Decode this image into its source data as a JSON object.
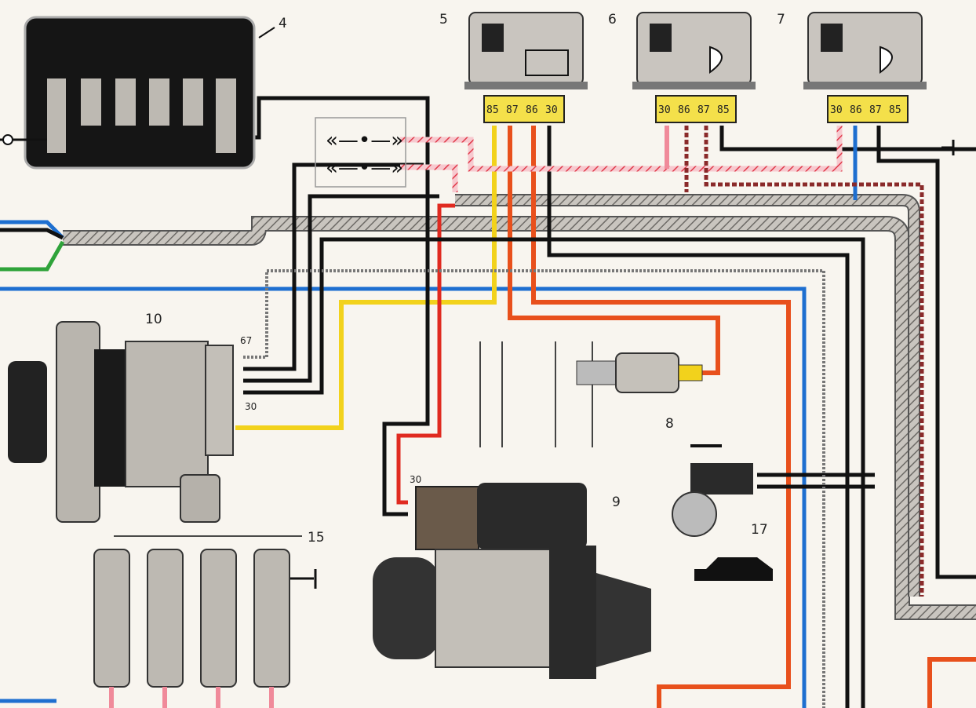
{
  "title": "Wiring diagram fragment",
  "components": {
    "fuse_box": {
      "number": "4"
    },
    "relay_5": {
      "number": "5",
      "pins": [
        "85",
        "87",
        "86",
        "30"
      ]
    },
    "relay_6": {
      "number": "6",
      "pins": [
        "30",
        "86",
        "87",
        "85"
      ]
    },
    "relay_7": {
      "number": "7",
      "pins": [
        "30",
        "86",
        "87",
        "85"
      ]
    },
    "sensor_8": {
      "number": "8"
    },
    "starter_9": {
      "number": "9",
      "terminal": "30"
    },
    "generator_10": {
      "number": "10",
      "terminal_a": "67",
      "terminal_b": "30"
    },
    "spark_plugs_15": {
      "number": "15"
    },
    "valve_17": {
      "number": "17"
    }
  },
  "colors": {
    "black": "#111111",
    "red": "#e02a20",
    "orange": "#e8501c",
    "yellow": "#f2d21c",
    "blue": "#1e6fd0",
    "green": "#2fa33a",
    "pink": "#f08a9a",
    "harness": "#b8b4ae"
  }
}
